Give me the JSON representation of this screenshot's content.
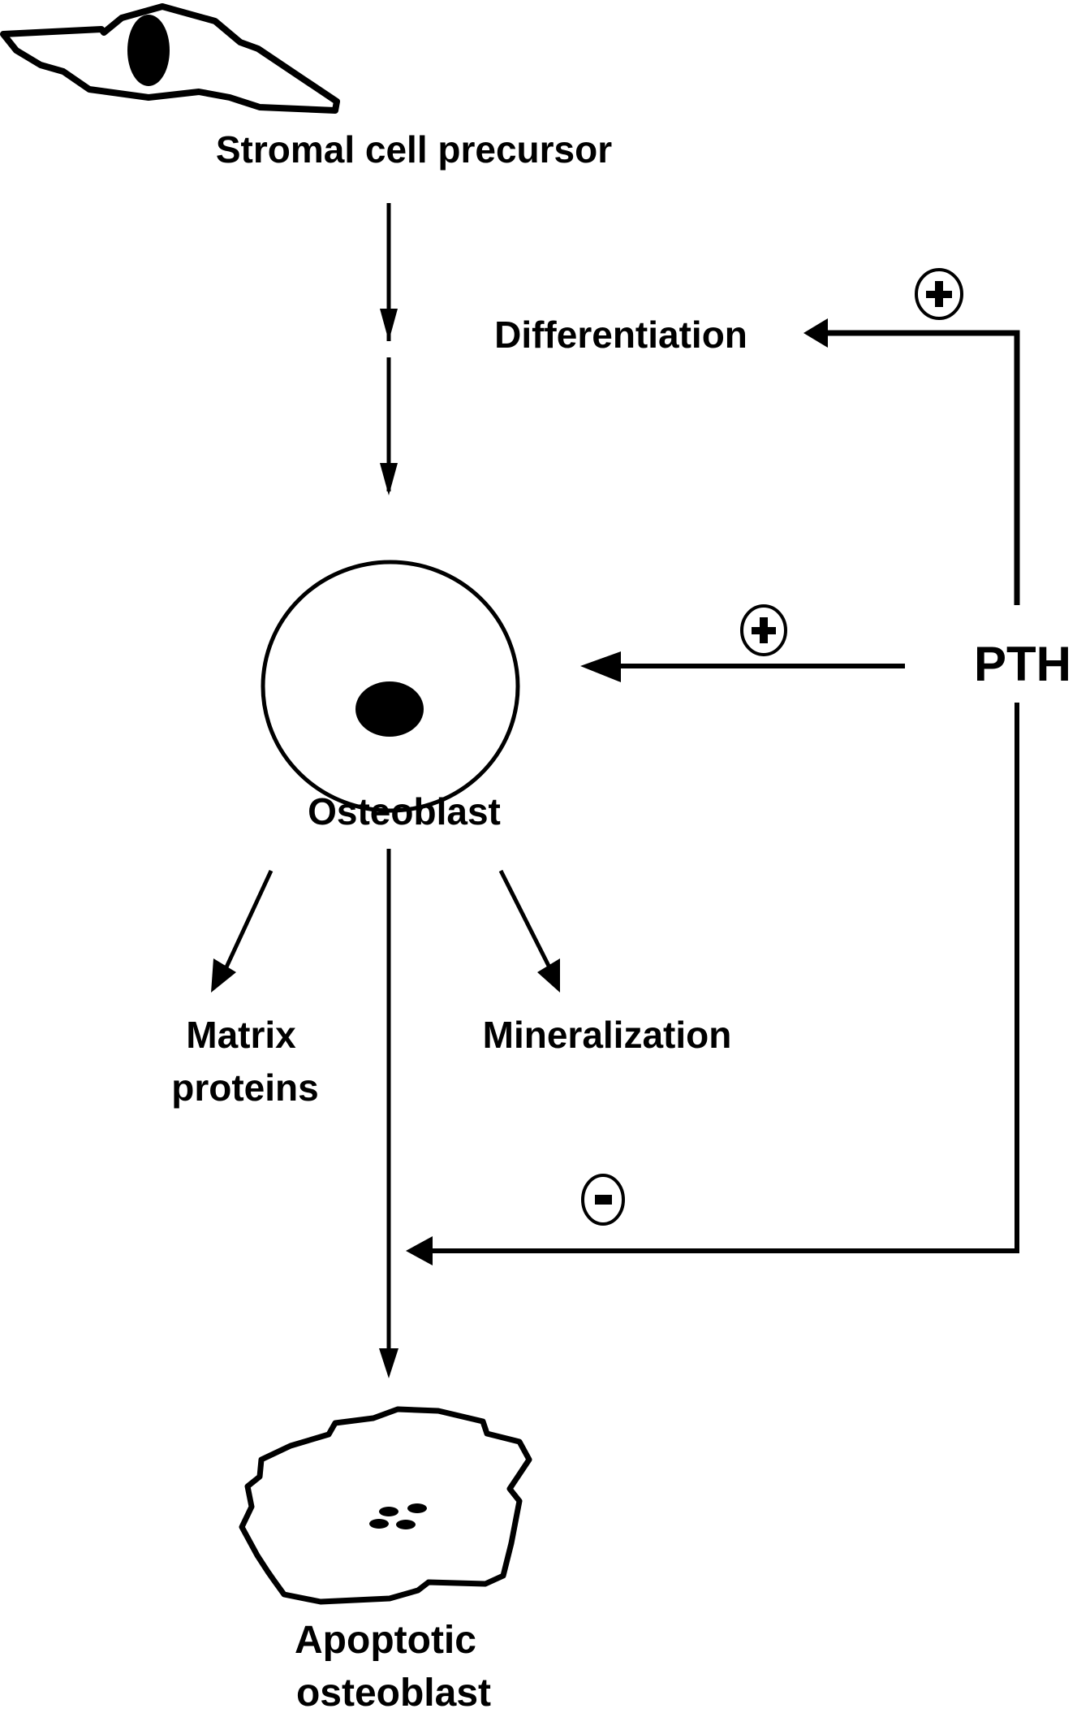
{
  "diagram": {
    "nodes": {
      "stromal": {
        "label": "Stromal cell precursor"
      },
      "differentiation": {
        "label": "Differentiation"
      },
      "osteoblast": {
        "label": "Osteoblast"
      },
      "pth": {
        "label": "PTH"
      },
      "matrix": {
        "label_line1": "Matrix",
        "label_line2": "proteins"
      },
      "mineralization": {
        "label": "Mineralization"
      },
      "apoptotic": {
        "label_line1": "Apoptotic",
        "label_line2": "osteoblast"
      }
    },
    "effects": {
      "pth_to_differentiation": {
        "sign": "+",
        "meaning": "stimulates"
      },
      "pth_to_osteoblast": {
        "sign": "+",
        "meaning": "stimulates"
      },
      "pth_to_apoptosis": {
        "sign": "−",
        "meaning": "inhibits"
      }
    },
    "edges": [
      {
        "from": "Stromal cell precursor",
        "to": "Differentiation"
      },
      {
        "from": "Differentiation",
        "to": "Osteoblast"
      },
      {
        "from": "Osteoblast",
        "to": "Matrix proteins"
      },
      {
        "from": "Osteoblast",
        "to": "Mineralization"
      },
      {
        "from": "Osteoblast",
        "to": "Apoptotic osteoblast"
      },
      {
        "from": "PTH",
        "to": "Differentiation",
        "sign": "+"
      },
      {
        "from": "PTH",
        "to": "Osteoblast",
        "sign": "+"
      },
      {
        "from": "PTH",
        "to": "Apoptosis pathway",
        "sign": "−"
      }
    ]
  }
}
